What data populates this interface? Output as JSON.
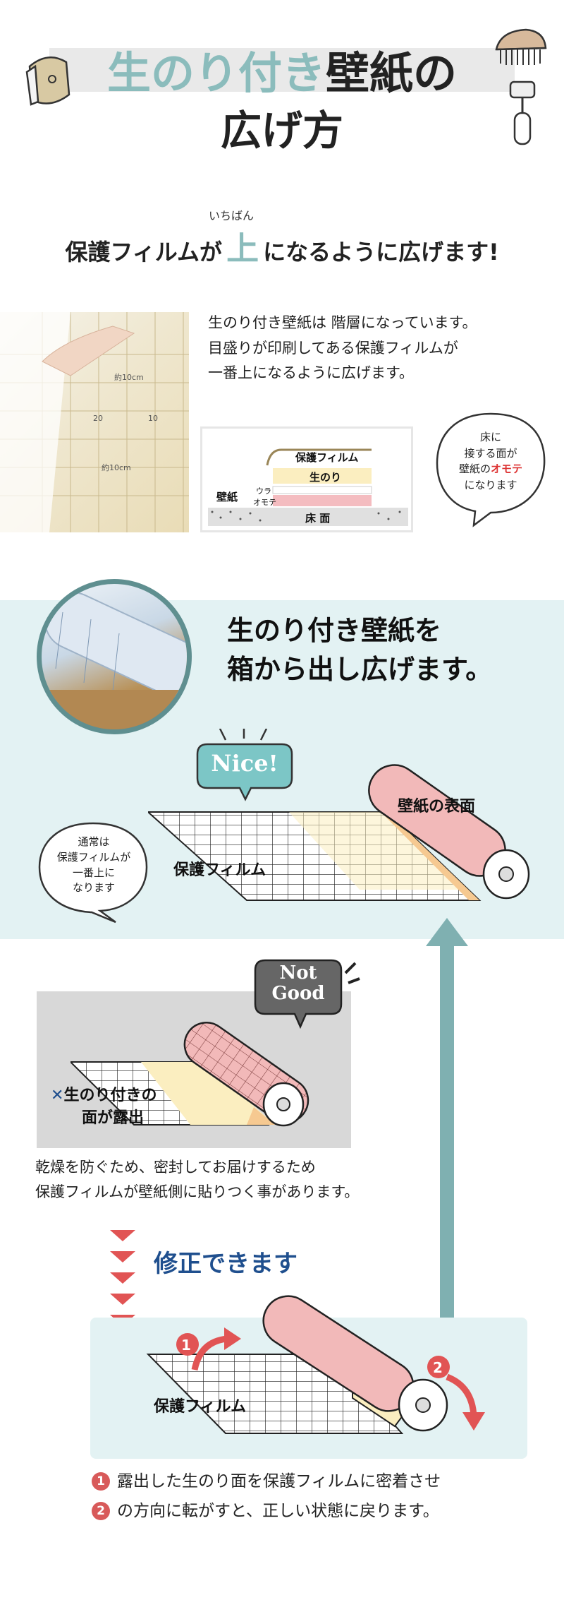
{
  "header": {
    "title_part1": "生のり付き",
    "title_part2": "壁紙の",
    "title_line2": "広げ方"
  },
  "headline": {
    "ruby": "いちばん",
    "before": "保護フィルムが",
    "emphasis": "上",
    "after": "になるように広げます!"
  },
  "intro": {
    "lines": [
      "生のり付き壁紙は 階層になっています。",
      "目盛りが印刷してある保護フィルムが",
      "一番上になるように広げます。"
    ],
    "photo_marks": [
      "約10cm",
      "20",
      "10",
      "約10cm"
    ],
    "layer_labels": {
      "film": "保護フィルム",
      "glue": "生のり",
      "wallpaper": "壁紙",
      "back": "ウラ",
      "front": "オモテ",
      "floor": "床 面"
    },
    "bubble": {
      "line1": "床に",
      "line2": "接する面が",
      "line3a": "壁紙の",
      "line3b": "オモテ",
      "line4": "になります"
    }
  },
  "unbox": {
    "heading_line1": "生のり付き壁紙を",
    "heading_line2": "箱から出し広げます。",
    "nice": "Nice!",
    "surface_label": "壁紙の表面",
    "film_label": "保護フィルム",
    "normal_bubble": [
      "通常は",
      "保護フィルムが",
      "一番上に",
      "なります"
    ]
  },
  "not_good": {
    "badge_line1": "Not",
    "badge_line2": "Good",
    "label_line1": "生のり付きの",
    "label_line2": "面が露出",
    "x_mark": "✕",
    "description": [
      "乾燥を防ぐため、密封してお届けするため",
      "保護フィルムが壁紙側に貼りつく事があります。"
    ]
  },
  "fix": {
    "heading": "修正できます",
    "film_label": "保護フィルム",
    "num1": "1",
    "num2": "2",
    "steps": [
      {
        "num": "1",
        "text": "露出した生のり面を保護フィルムに密着させ"
      },
      {
        "num": "2",
        "text": "の方向に転がすと、正しい状態に戻ります。"
      }
    ]
  },
  "colors": {
    "teal_accent": "#8bbcbc",
    "teal_bg": "#e3f2f3",
    "navy": "#1f4f8e",
    "red": "#d85a5a",
    "pink_roll": "#f2b9b9",
    "glue_yellow": "#fbeec0"
  }
}
